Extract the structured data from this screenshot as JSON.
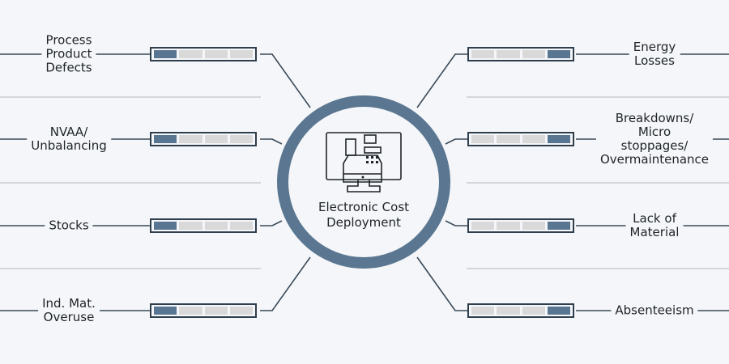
{
  "center": {
    "title_line1": "Electronic Cost",
    "title_line2": "Deployment",
    "icon": "cash-register-monitor-icon"
  },
  "left_items": [
    {
      "lines": [
        "Process",
        "Product",
        "Defects"
      ],
      "level": 0.25
    },
    {
      "lines": [
        "NVAA/",
        "Unbalancing"
      ],
      "level": 0.25
    },
    {
      "lines": [
        "Stocks"
      ],
      "level": 0.25
    },
    {
      "lines": [
        "Ind. Mat.",
        "Overuse"
      ],
      "level": 0.25
    }
  ],
  "right_items": [
    {
      "lines": [
        "Energy",
        "Losses"
      ],
      "level": 0.25
    },
    {
      "lines": [
        "Breakdowns/",
        "Micro",
        "stoppages/",
        "Overmaintenance"
      ],
      "level": 0.25
    },
    {
      "lines": [
        "Lack of",
        "Material"
      ],
      "level": 0.25
    },
    {
      "lines": [
        "Absenteeism"
      ],
      "level": 0.25
    }
  ],
  "colors": {
    "accent": "#587691",
    "ring": "#5a7690",
    "empty": "#d9d9d9",
    "border": "#2f3e4c",
    "background": "#f4f6f9"
  }
}
